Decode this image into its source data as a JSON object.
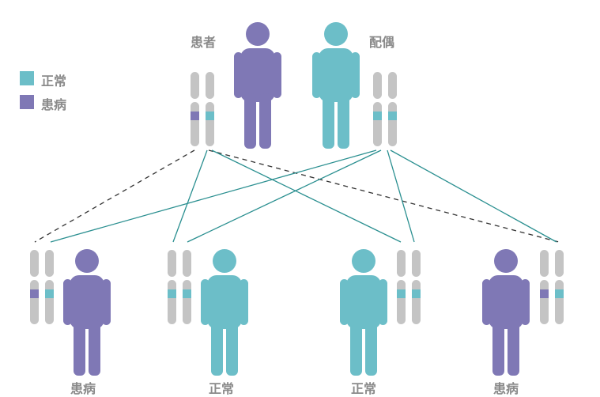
{
  "colors": {
    "normal": "#6cbec8",
    "affected": "#7f78b5",
    "chromosome": "#c4c4c4",
    "line": "#2a8f90",
    "dashed": "#333333",
    "text": "#8a8a8a"
  },
  "legend": {
    "items": [
      {
        "label": "正常",
        "color": "#6cbec8"
      },
      {
        "label": "患病",
        "color": "#7f78b5"
      }
    ]
  },
  "parents": [
    {
      "label": "患者",
      "status": "affected",
      "alleles": [
        "affected",
        "normal"
      ]
    },
    {
      "label": "配偶",
      "status": "normal",
      "alleles": [
        "normal",
        "normal"
      ]
    }
  ],
  "children": [
    {
      "label": "患病",
      "status": "affected",
      "alleles": [
        "affected",
        "normal"
      ]
    },
    {
      "label": "正常",
      "status": "normal",
      "alleles": [
        "normal",
        "normal"
      ]
    },
    {
      "label": "正常",
      "status": "normal",
      "alleles": [
        "normal",
        "normal"
      ]
    },
    {
      "label": "患病",
      "status": "affected",
      "alleles": [
        "affected",
        "normal"
      ]
    }
  ]
}
